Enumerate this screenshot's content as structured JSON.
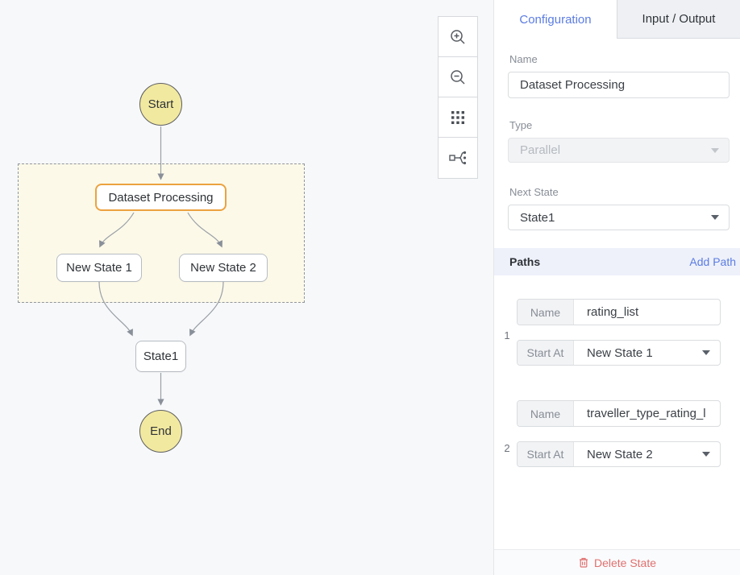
{
  "canvas": {
    "nodes": {
      "start": "Start",
      "dataset": "Dataset Processing",
      "new_state_1": "New State 1",
      "new_state_2": "New State 2",
      "state1": "State1",
      "end": "End"
    },
    "toolbar_icons": [
      "zoom-in",
      "zoom-out",
      "grid",
      "auto-layout"
    ]
  },
  "panel": {
    "tabs": [
      {
        "label": "Configuration",
        "active": true
      },
      {
        "label": "Input / Output",
        "active": false
      }
    ],
    "fields": {
      "name_label": "Name",
      "name_value": "Dataset Processing",
      "type_label": "Type",
      "type_value": "Parallel",
      "next_state_label": "Next State",
      "next_state_value": "State1"
    },
    "paths": {
      "header": "Paths",
      "add_label": "Add Path",
      "items": [
        {
          "index": "1",
          "name_label": "Name",
          "name_value": "rating_list",
          "start_label": "Start At",
          "start_value": "New State 1"
        },
        {
          "index": "2",
          "name_label": "Name",
          "name_value": "traveller_type_rating_l",
          "start_label": "Start At",
          "start_value": "New State 2"
        }
      ]
    },
    "footer": {
      "delete_label": "Delete State"
    }
  },
  "colors": {
    "accent_blue": "#5b7ce2",
    "node_yellow": "#f2e9a0",
    "selected_orange": "#eca23f",
    "delete_red": "#e0706f",
    "region_yellow": "#fcf9e9",
    "paths_header_bg": "#eef1fa"
  }
}
